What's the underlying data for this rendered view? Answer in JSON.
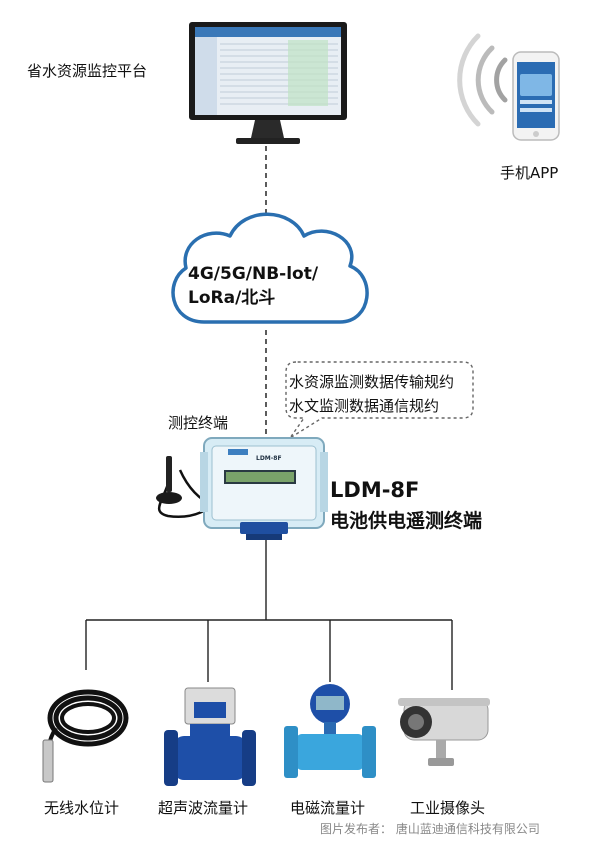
{
  "platform": {
    "label": "省水资源监控平台"
  },
  "mobile": {
    "label": "手机APP"
  },
  "network": {
    "line1": "4G/5G/NB-lot/",
    "line2": "LoRa/北斗"
  },
  "protocols": {
    "line1": "水资源监测数据传输规约",
    "line2": "水文监测数据通信规约"
  },
  "terminal": {
    "label": "测控终端",
    "model": "LDM-8F",
    "description": "电池供电遥测终端",
    "device_text": "LDM-8F"
  },
  "devices": [
    {
      "label": "无线水位计",
      "icon": "water-level-sensor-icon"
    },
    {
      "label": "超声波流量计",
      "icon": "ultrasonic-flowmeter-icon"
    },
    {
      "label": "电磁流量计",
      "icon": "electromagnetic-flowmeter-icon"
    },
    {
      "label": "工业摄像头",
      "icon": "camera-icon"
    }
  ],
  "credit": "图片发布者： 唐山蓝迪通信科技有限公司",
  "colors": {
    "cloud_stroke": "#2a6fb0",
    "meter_blue": "#1e4fa8",
    "pipe_blue": "#3aa6dd"
  }
}
